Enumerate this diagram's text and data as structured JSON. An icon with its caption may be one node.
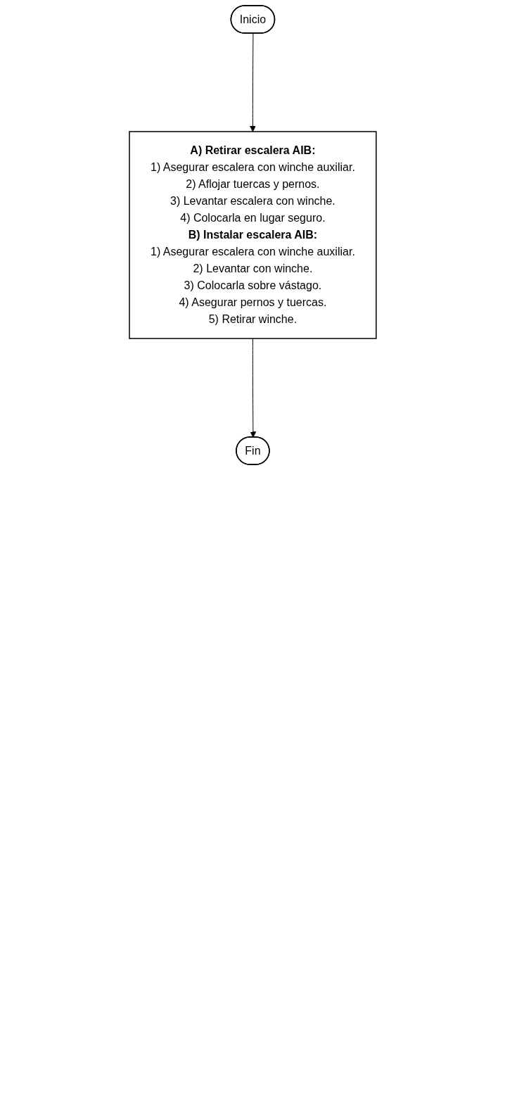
{
  "diagram": {
    "nodes": [
      {
        "text": [
          "Inicio"
        ]
      },
      {
        "text": [
          "A) Retirar escalera AIB:",
          "1) Asegurar escalera con winche auxiliar.",
          "2) Aflojar tuercas y pernos.",
          "3) Levantar escalera con winche.",
          "4) Colocarla en lugar seguro.",
          "B) Instalar escalera AIB:",
          "1) Asegurar escalera con winche auxiliar.",
          "2) Levantar con winche.",
          "3) Colocarla sobre vástago.",
          "4) Asegurar pernos y tuercas.",
          "5) Retirar winche."
        ]
      },
      {
        "text": [
          "Fin"
        ]
      }
    ],
    "edges": [
      {
        "from": 0,
        "to": 1,
        "arrow": "to"
      },
      {
        "from": 1,
        "to": 2,
        "arrow": "to"
      }
    ]
  }
}
